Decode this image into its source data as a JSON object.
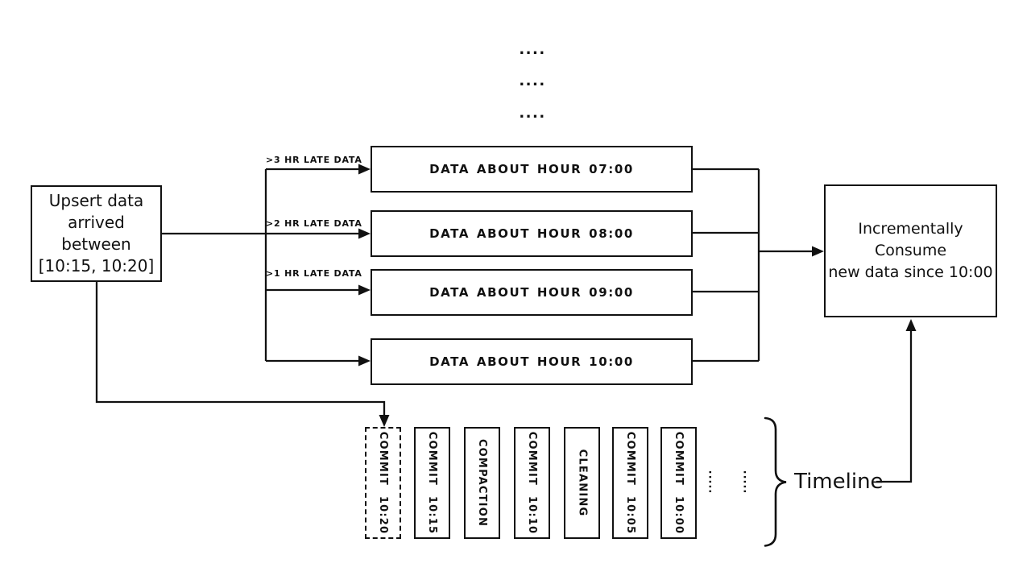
{
  "colors": {
    "ink": "#111111",
    "background": "#ffffff"
  },
  "top_dots": {
    "row1": "....",
    "row2": "....",
    "row3": "...."
  },
  "upsert_box": {
    "line1": "Upsert data",
    "line2": "arrived between",
    "line3": "[10:15, 10:20]"
  },
  "branch_labels": {
    "late_3hr": ">3 HR LATE DATA",
    "late_2hr": ">2 HR LATE DATA",
    "late_1hr": ">1 HR LATE DATA"
  },
  "hour_boxes": [
    {
      "label": "DATA ABOUT HOUR 07:00"
    },
    {
      "label": "DATA ABOUT HOUR 08:00"
    },
    {
      "label": "DATA ABOUT HOUR 09:00"
    },
    {
      "label": "DATA ABOUT HOUR 10:00"
    }
  ],
  "consume_box": {
    "line1": "Incrementally Consume",
    "line2": "new data since 10:00"
  },
  "timeline": {
    "events": [
      {
        "label": "COMMIT 10:20",
        "style": "dashed"
      },
      {
        "label": "COMMIT 10:15",
        "style": "solid"
      },
      {
        "label": "COMPACTION",
        "style": "solid"
      },
      {
        "label": "COMMIT 10:10",
        "style": "solid"
      },
      {
        "label": "CLEANING",
        "style": "solid"
      },
      {
        "label": "COMMIT 10:05",
        "style": "solid"
      },
      {
        "label": "COMMIT 10:00",
        "style": "solid"
      }
    ],
    "ellipsis1": ".....",
    "ellipsis2": ".....",
    "label": "Timeline"
  }
}
